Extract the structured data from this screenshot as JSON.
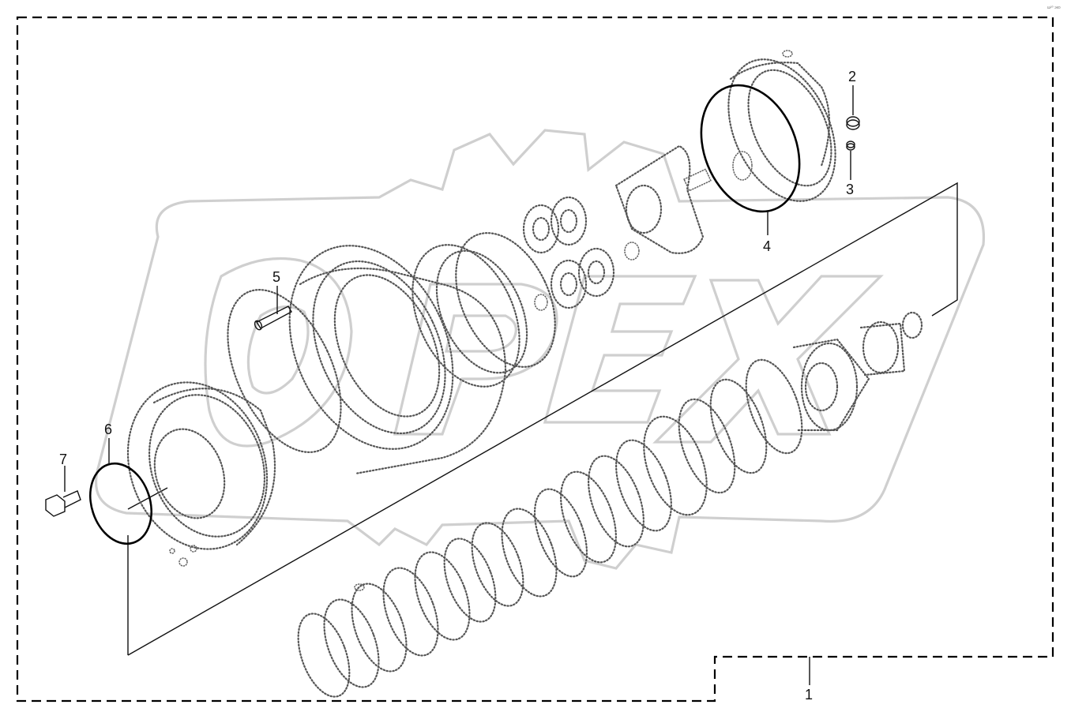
{
  "drawing": {
    "corner_code": "ш²⁰ эко",
    "watermark_text": "OPEX"
  },
  "callouts": [
    {
      "id": "1",
      "label": "1"
    },
    {
      "id": "2",
      "label": "2"
    },
    {
      "id": "3",
      "label": "3"
    },
    {
      "id": "4",
      "label": "4"
    },
    {
      "id": "5",
      "label": "5"
    },
    {
      "id": "6",
      "label": "6"
    },
    {
      "id": "7",
      "label": "7"
    }
  ],
  "colors": {
    "line": "#111111",
    "dotted_part": "#555555",
    "watermark": "#cfcfcf",
    "background": "#ffffff"
  }
}
